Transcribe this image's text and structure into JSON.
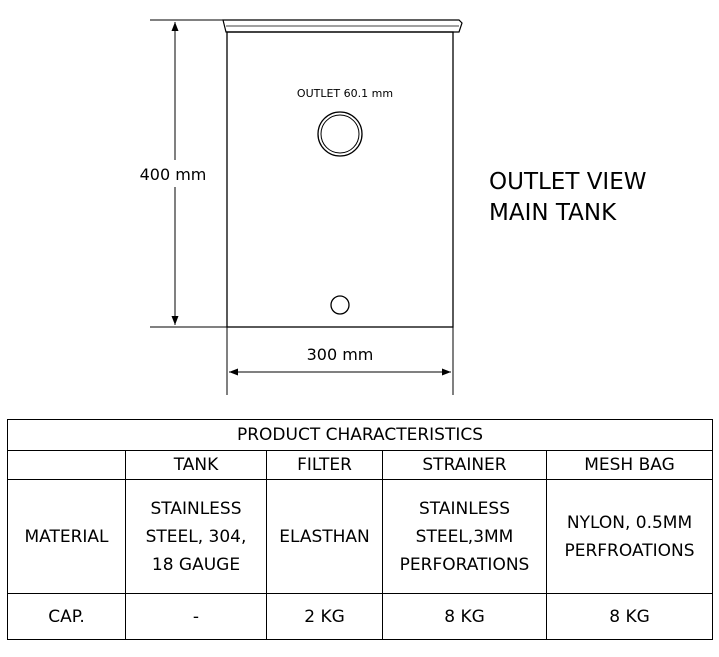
{
  "drawing": {
    "outlet_label": "OUTLET 60.1 mm",
    "height_label": "400 mm",
    "width_label": "300 mm",
    "view_title": [
      "OUTLET VIEW",
      "MAIN TANK"
    ]
  },
  "table": {
    "title": "PRODUCT CHARACTERISTICS",
    "headers": [
      "",
      "TANK",
      "FILTER",
      "STRAINER",
      "MESH BAG"
    ],
    "material": {
      "label": "MATERIAL",
      "tank": [
        "STAINLESS",
        "STEEL, 304,",
        "18 GAUGE"
      ],
      "filter": [
        "ELASTHAN"
      ],
      "strainer": [
        "STAINLESS",
        "STEEL,3MM",
        "PERFORATIONS"
      ],
      "mesh_bag": [
        "NYLON, 0.5MM",
        "PERFROATIONS"
      ]
    },
    "cap": {
      "label": "CAP.",
      "tank": "-",
      "filter": "2 KG",
      "strainer": "8 KG",
      "mesh_bag": "8 KG"
    }
  }
}
